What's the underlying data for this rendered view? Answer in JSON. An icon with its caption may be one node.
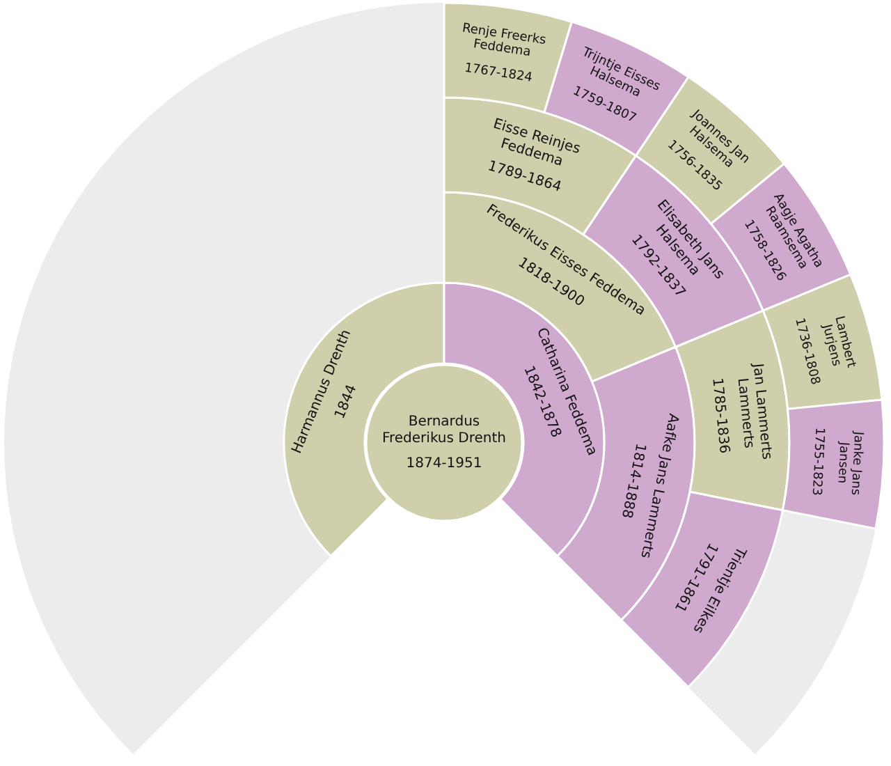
{
  "diagram": {
    "nodes": [
      {
        "text": [
          "Bernardus Frederikus Drenth",
          "1874-1951"
        ]
      },
      {
        "text": [
          "Harmannus Drenth",
          "1844"
        ]
      },
      {
        "text": [
          "Catharina Feddema",
          "1842-1878"
        ]
      },
      {
        "text": [
          "Frederikus Eisses Feddema",
          "1818-1900"
        ]
      },
      {
        "text": [
          "Aafke Jans Lammerts",
          "1814-1888"
        ]
      },
      {
        "text": [
          "Eisse Reinjes Feddema",
          "1789-1864"
        ]
      },
      {
        "text": [
          "Elisabeth Jans Halsema",
          "1792-1837"
        ]
      },
      {
        "text": [
          "Jan Lammerts Lammerts",
          "1785-1836"
        ]
      },
      {
        "text": [
          "Trientje Eilkes",
          "1791-1861"
        ]
      },
      {
        "text": [
          "Renje Freerks Feddema",
          "1767-1824"
        ]
      },
      {
        "text": [
          "Trijntje Eisses Halsema",
          "1759-1807"
        ]
      },
      {
        "text": [
          "Joannes Jan Halsema",
          "1756-1835"
        ]
      },
      {
        "text": [
          "Aagje Agatha Raamsema",
          "1758-1826"
        ]
      },
      {
        "text": [
          "Lambert Jurjens",
          "1736-1808"
        ]
      },
      {
        "text": [
          "Janke Jans Jansen",
          "1755-1823"
        ]
      }
    ]
  }
}
